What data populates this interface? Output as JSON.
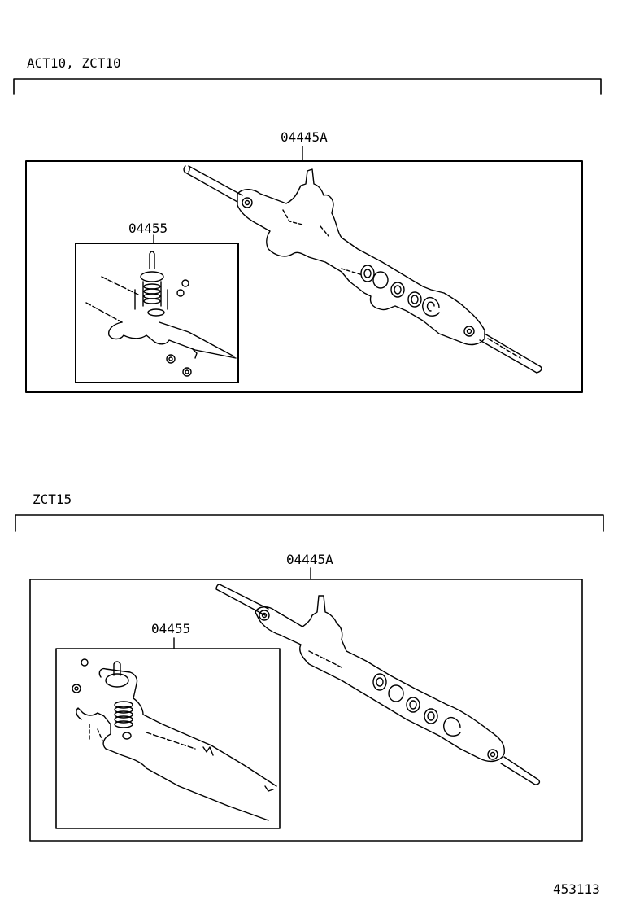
{
  "section1": {
    "variant_label": "ACT10, ZCT10",
    "assembly_part": "04445A",
    "subkit_part": "04455"
  },
  "section2": {
    "variant_label": "ZCT15",
    "assembly_part": "04445A",
    "subkit_part": "04455"
  },
  "figure_number": "453113"
}
